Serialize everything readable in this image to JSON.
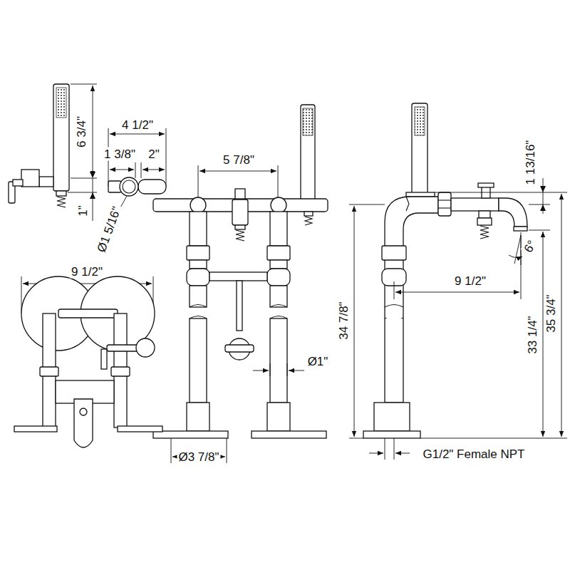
{
  "diagram": {
    "labels": [
      "6 3/4\"",
      "4 1/2\"",
      "1 3/8\"",
      "2\"",
      "1\"",
      "Ø1 5/16\"",
      "5 7/8\"",
      "9 1/2\"",
      "Ø1\"",
      "Ø3 7/8\"",
      "34 7/8\"",
      "9 1/2\"",
      "1 13/16\"",
      "6°",
      "33 1/4\"",
      "35 3/4\"",
      "G1/2\" Female NPT"
    ]
  }
}
